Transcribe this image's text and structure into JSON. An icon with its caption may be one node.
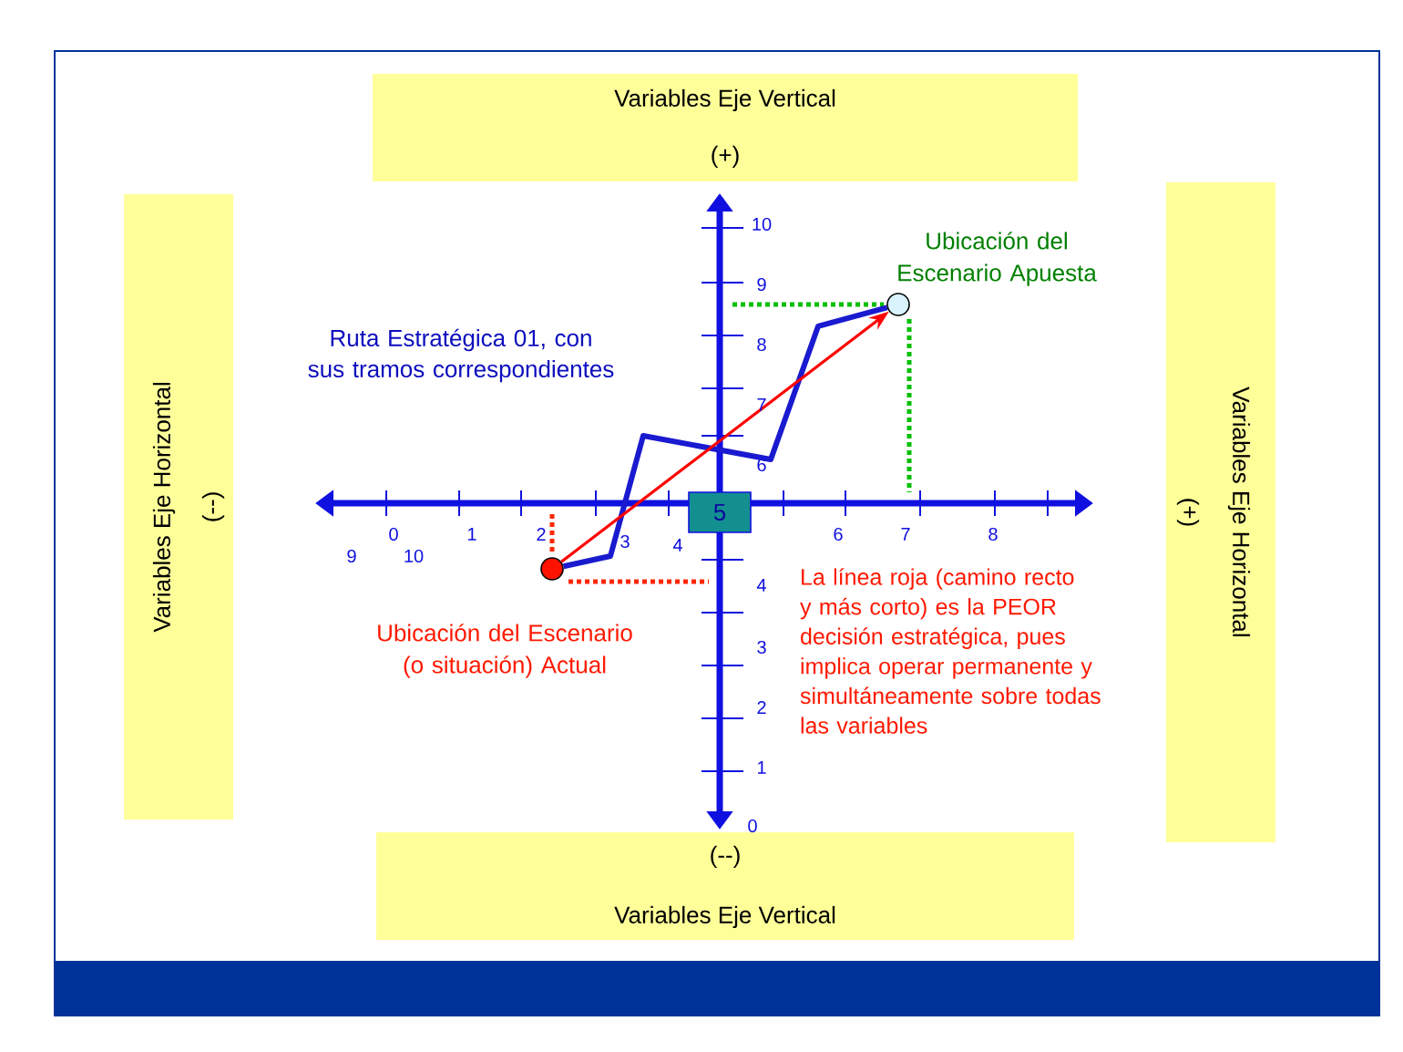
{
  "diagram": {
    "nodes": [
      {
        "text": [
          "Variables Eje Vertical",
          "(+)"
        ]
      },
      {
        "text": [
          "(--)",
          "Variables Eje Vertical"
        ]
      },
      {
        "text": [
          "Variables Eje Horizontal",
          "(--)"
        ]
      },
      {
        "text": [
          "Variables Eje Horizontal",
          "(+)"
        ]
      },
      {
        "text": [
          "5"
        ]
      },
      {
        "text": [],
        "shape": "circle",
        "beside": [
          "Ubicación del Escenario (o situación) Actual"
        ]
      },
      {
        "text": [],
        "shape": "circle",
        "beside": [
          "Ubicación del Escenario Apuesta"
        ]
      }
    ],
    "edges": [
      {
        "from": 5,
        "to": 6,
        "arrow": "none",
        "color": "#1a1ad0"
      },
      {
        "from": 5,
        "to": 6,
        "arrow": "to",
        "color": "#ff0000"
      }
    ],
    "labels": [
      "10",
      "9",
      "Ruta Estratégica 01, con sus tramos correspondientes",
      "8",
      "7",
      "6",
      "0",
      "1",
      "2",
      "3",
      "4",
      "6",
      "7",
      "8",
      "9",
      "10",
      "La línea roja (camino recto y más corto) es la PEOR decisión estratégica, pues implica operar permanente y simultáneamente sobre todas las variables",
      "4",
      "3",
      "2",
      "1",
      "0"
    ]
  }
}
